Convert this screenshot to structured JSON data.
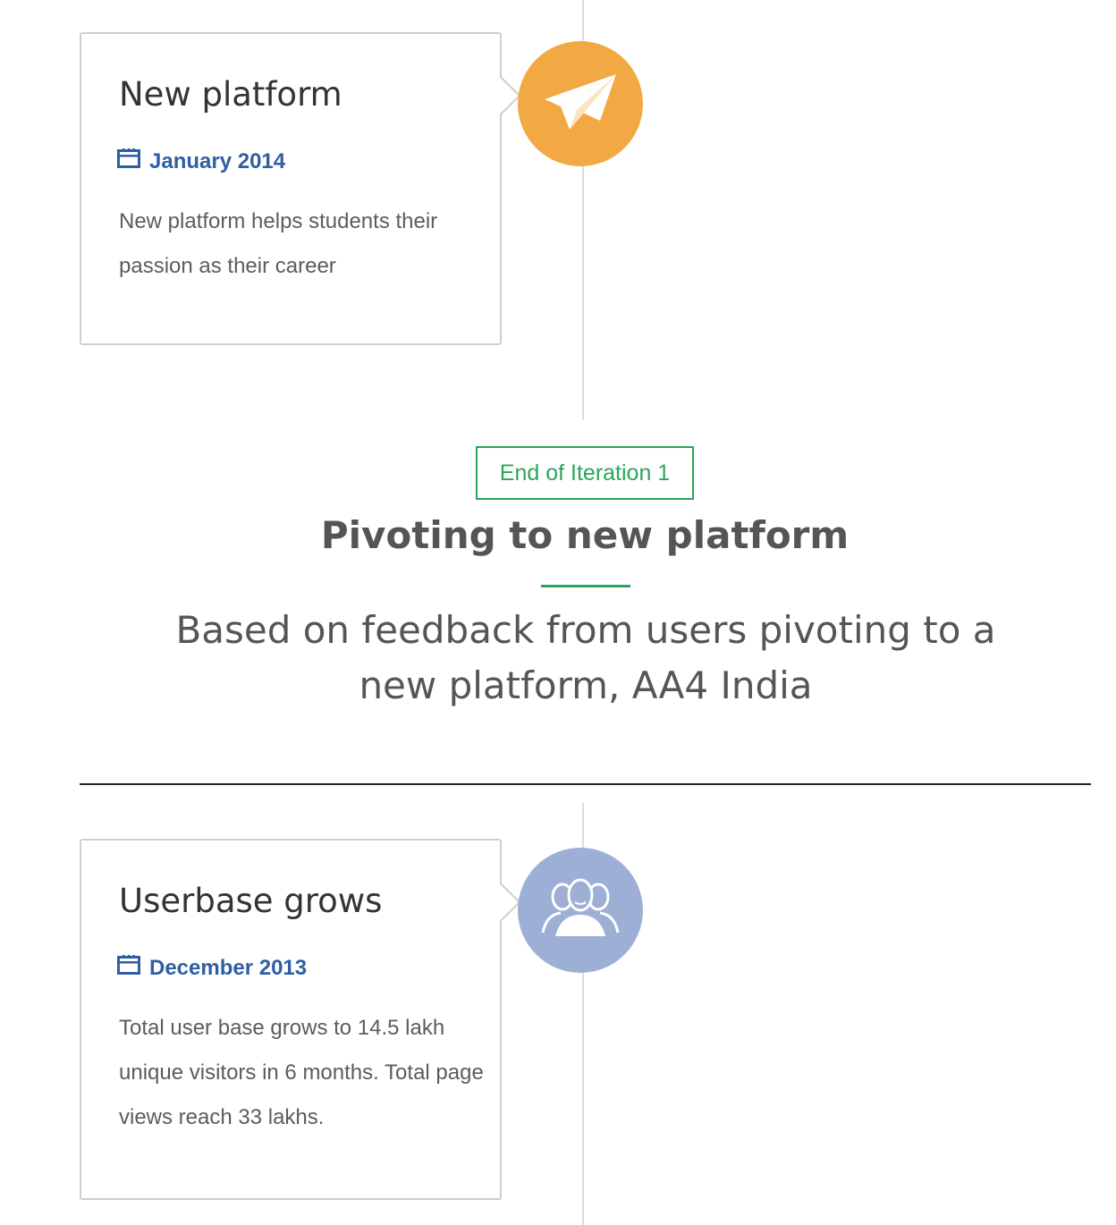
{
  "timeline": {
    "events": [
      {
        "title": "New platform",
        "date": "January 2014",
        "description": "New platform helps students their passion as their career",
        "icon": "paper-plane-icon",
        "icon_color": "#f2a843"
      },
      {
        "title": "Userbase grows",
        "date": "December 2013",
        "description": "Total user base grows to 14.5 lakh unique visitors in 6 months. Total page views reach 33 lakhs.",
        "icon": "users-group-icon",
        "icon_color": "#9eafd6"
      }
    ]
  },
  "iteration": {
    "tag": "End of Iteration 1",
    "title": "Pivoting to new platform",
    "description": "Based on feedback from users pivoting to a new platform, AA4 India"
  },
  "colors": {
    "accent_green": "#2aa55b",
    "date_blue": "#2f5fa3",
    "line_gray": "#dddddd"
  }
}
